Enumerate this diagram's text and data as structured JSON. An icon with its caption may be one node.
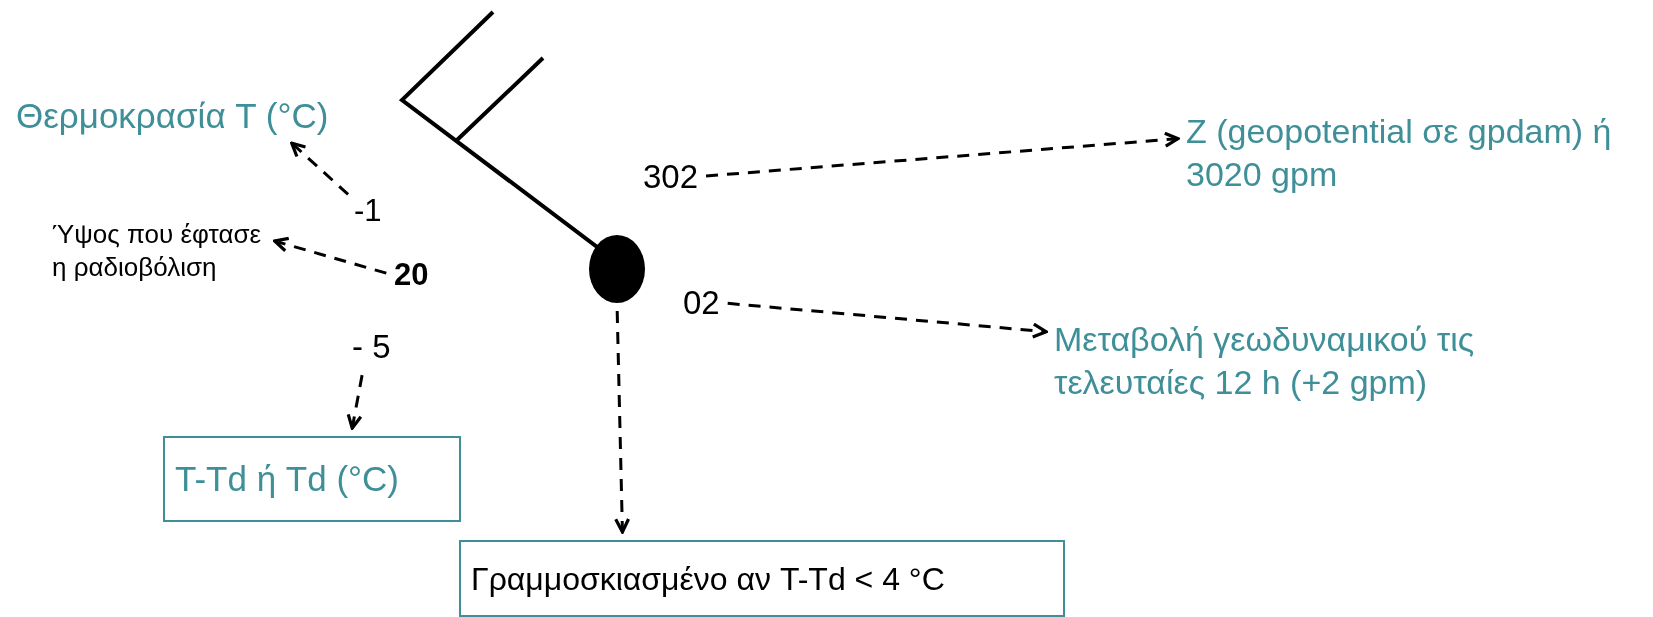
{
  "diagram": {
    "nodes": [
      {
        "text": [
          "Θερμοκρασία T (°C)"
        ]
      },
      {
        "text": [
          "-1"
        ]
      },
      {
        "text": [
          "Ύψος που έφτασε η ραδιοβόλιση"
        ]
      },
      {
        "text": [
          "20"
        ]
      },
      {
        "text": [
          "- 5"
        ]
      },
      {
        "text": [
          "T-Td  ή Td (°C)"
        ]
      },
      {
        "text": [],
        "shape": "circle"
      },
      {
        "text": [
          "302"
        ]
      },
      {
        "text": [
          "Z (geopotential σε gpdam) ή 3020 gpm"
        ]
      },
      {
        "text": [
          "02"
        ]
      },
      {
        "text": [
          "Μεταβολή γεωδυναμικού τις τελευταίες 12 h (+2 gpm)"
        ]
      },
      {
        "text": [
          "Γραμμοσκιασμένο αν T-Td < 4 °C"
        ]
      }
    ],
    "edges": [
      {
        "from": 1,
        "to": 0,
        "arrow": "to",
        "style": "dashed"
      },
      {
        "from": 3,
        "to": 2,
        "arrow": "to",
        "style": "dashed"
      },
      {
        "from": 4,
        "to": 5,
        "arrow": "to",
        "style": "dashed"
      },
      {
        "from": 7,
        "to": 8,
        "arrow": "to",
        "style": "dashed"
      },
      {
        "from": 9,
        "to": 10,
        "arrow": "to",
        "style": "dashed"
      },
      {
        "from": 6,
        "to": 11,
        "arrow": "to",
        "style": "dashed"
      }
    ]
  }
}
